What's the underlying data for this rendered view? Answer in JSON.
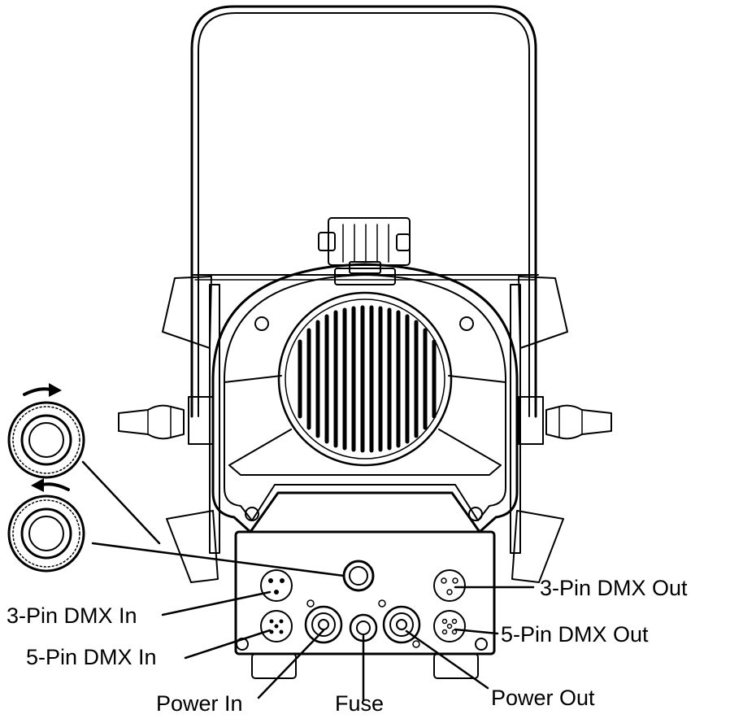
{
  "labels": {
    "dmx3_in": "3-Pin DMX In",
    "dmx5_in": "5-Pin DMX In",
    "power_in": "Power In",
    "fuse": "Fuse",
    "power_out": "Power Out",
    "dmx3_out": "3-Pin DMX Out",
    "dmx5_out": "5-Pin DMX Out"
  },
  "colors": {
    "line": "#000000",
    "background": "#ffffff",
    "fill": "#ffffff"
  },
  "icons": {
    "knob_top": "knob-rotate-clockwise-icon",
    "knob_bottom": "knob-rotate-counterclockwise-icon"
  }
}
